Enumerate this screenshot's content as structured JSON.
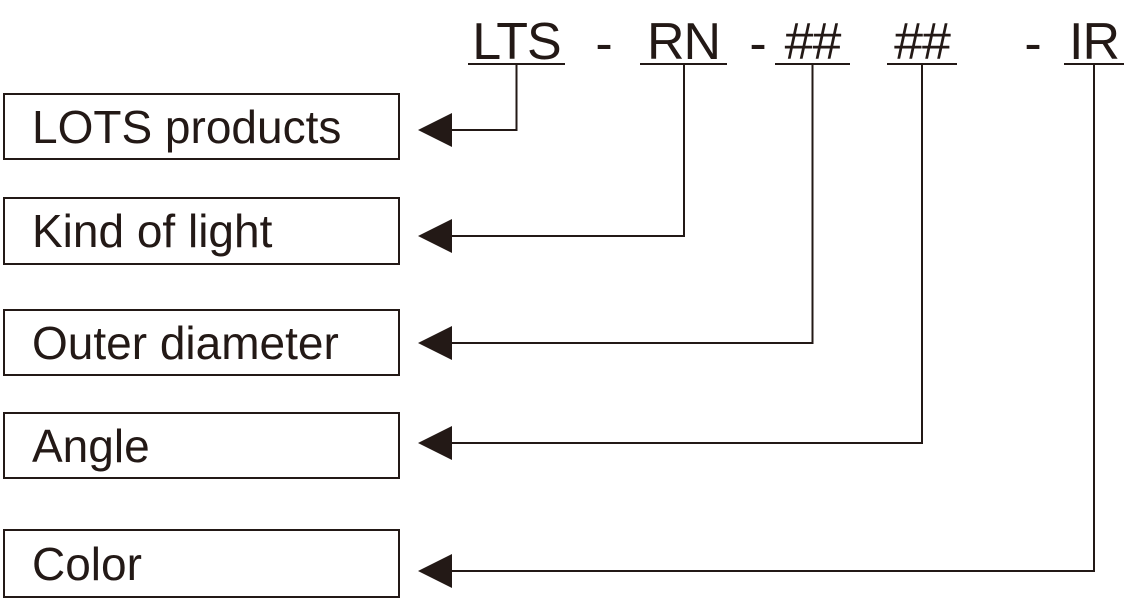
{
  "code": {
    "segments": [
      {
        "text": "LTS"
      },
      {
        "text": "RN"
      },
      {
        "text": "##"
      },
      {
        "text": "##"
      },
      {
        "text": "IR"
      }
    ],
    "separators": [
      "-",
      "-",
      "-"
    ]
  },
  "labels": [
    {
      "text": "LOTS products",
      "maps_to_segment": "LTS"
    },
    {
      "text": "Kind of light",
      "maps_to_segment": "RN"
    },
    {
      "text": "Outer diameter",
      "maps_to_segment": "## (first)"
    },
    {
      "text": "Angle",
      "maps_to_segment": "## (second)"
    },
    {
      "text": "Color",
      "maps_to_segment": "IR"
    }
  ],
  "colors": {
    "ink": "#231916",
    "background": "#ffffff"
  }
}
